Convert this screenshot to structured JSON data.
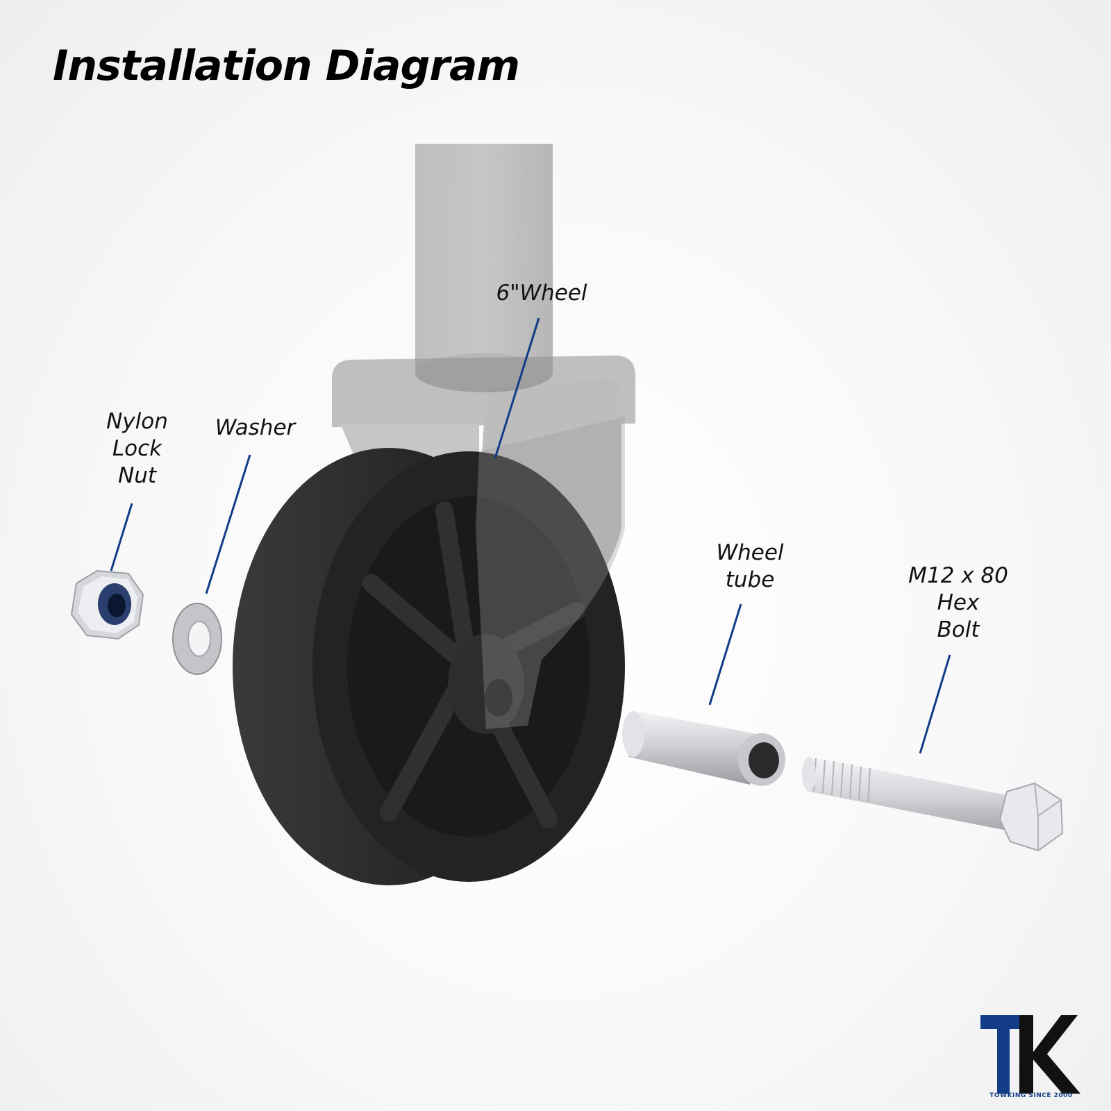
{
  "title": "Installation Diagram",
  "callouts": {
    "wheel": [
      "6\"Wheel"
    ],
    "nut": [
      "Nylon",
      "Lock",
      "Nut"
    ],
    "washer": [
      "Washer"
    ],
    "tube": [
      "Wheel",
      "tube"
    ],
    "bolt": [
      "M12 x 80",
      "Hex",
      "Bolt"
    ]
  },
  "logo": {
    "letters": "TK",
    "tagline": "TOWKING SINCE 2000"
  },
  "colors": {
    "leader_line": "#123c86",
    "brand": "#123c86",
    "wheel": "#2b2b2b",
    "jack_body": "#8a8a8a",
    "metal": "#d9dadd"
  }
}
